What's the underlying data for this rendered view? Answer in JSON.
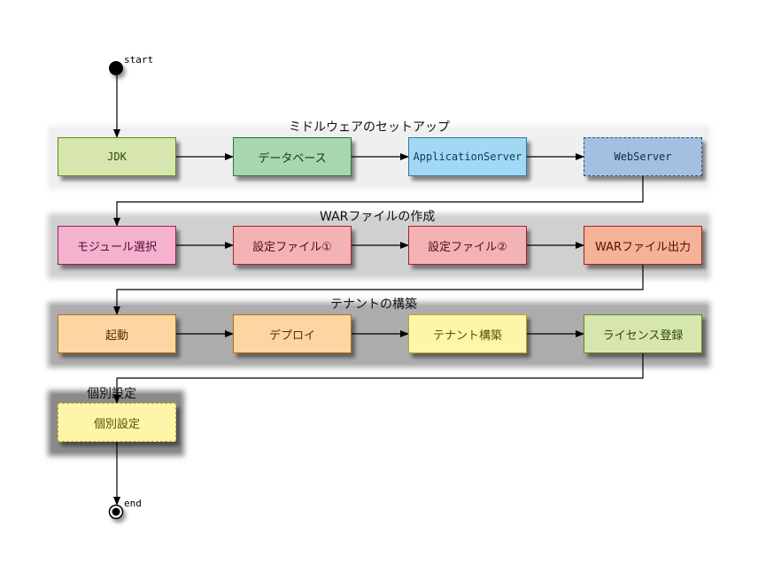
{
  "start": {
    "label": "start"
  },
  "end": {
    "label": "end"
  },
  "lanes": [
    {
      "title": "ミドルウェアのセットアップ",
      "background": "#efefef",
      "nodes": [
        {
          "label": "JDK",
          "fill": "#d6e6ae",
          "border": "#5f8a1c",
          "text": "#2e4a00",
          "style": "solid",
          "font": "mono"
        },
        {
          "label": "データベース",
          "fill": "#a8d6b0",
          "border": "#2a7042",
          "text": "#0f3a1c",
          "style": "solid",
          "font": "sans"
        },
        {
          "label": "ApplicationServer",
          "fill": "#a2d8f4",
          "border": "#2a7aa8",
          "text": "#123a55",
          "style": "solid",
          "font": "mono"
        },
        {
          "label": "WebServer",
          "fill": "#a4bfe2",
          "border": "#2a4e7e",
          "text": "#14284a",
          "style": "dashed",
          "font": "mono"
        }
      ]
    },
    {
      "title": "WARファイルの作成",
      "background": "#d0d0d0",
      "nodes": [
        {
          "label": "モジュール選択",
          "fill": "#f4b2cf",
          "border": "#9a1c5a",
          "text": "#5a0a30",
          "style": "solid",
          "font": "sans"
        },
        {
          "label": "設定ファイル①",
          "fill": "#f3b3b4",
          "border": "#a0203a",
          "text": "#5a0a14",
          "style": "solid",
          "font": "sans"
        },
        {
          "label": "設定ファイル②",
          "fill": "#f3b3b4",
          "border": "#a0203a",
          "text": "#5a0a14",
          "style": "solid",
          "font": "sans"
        },
        {
          "label": "WARファイル出力",
          "fill": "#f4b296",
          "border": "#a02020",
          "text": "#5a0a0a",
          "style": "solid",
          "font": "sans"
        }
      ]
    },
    {
      "title": "テナントの構築",
      "background": "#acacac",
      "nodes": [
        {
          "label": "起動",
          "fill": "#fbd6a2",
          "border": "#b06e12",
          "text": "#5a2e00",
          "style": "solid",
          "font": "sans"
        },
        {
          "label": "デプロイ",
          "fill": "#fbd6a2",
          "border": "#b06e12",
          "text": "#5a2e00",
          "style": "solid",
          "font": "sans"
        },
        {
          "label": "テナント構築",
          "fill": "#fdf5a8",
          "border": "#b8a820",
          "text": "#5a5000",
          "style": "solid",
          "font": "sans"
        },
        {
          "label": "ライセンス登録",
          "fill": "#d6e6ae",
          "border": "#5f8a1c",
          "text": "#2e4a00",
          "style": "solid",
          "font": "sans"
        }
      ]
    },
    {
      "title": "個別設定",
      "background": "#8a8a8a",
      "nodes": [
        {
          "label": "個別設定",
          "fill": "#fdf5a8",
          "border": "#b8a820",
          "text": "#5a5000",
          "style": "dashed",
          "font": "sans"
        }
      ]
    }
  ]
}
